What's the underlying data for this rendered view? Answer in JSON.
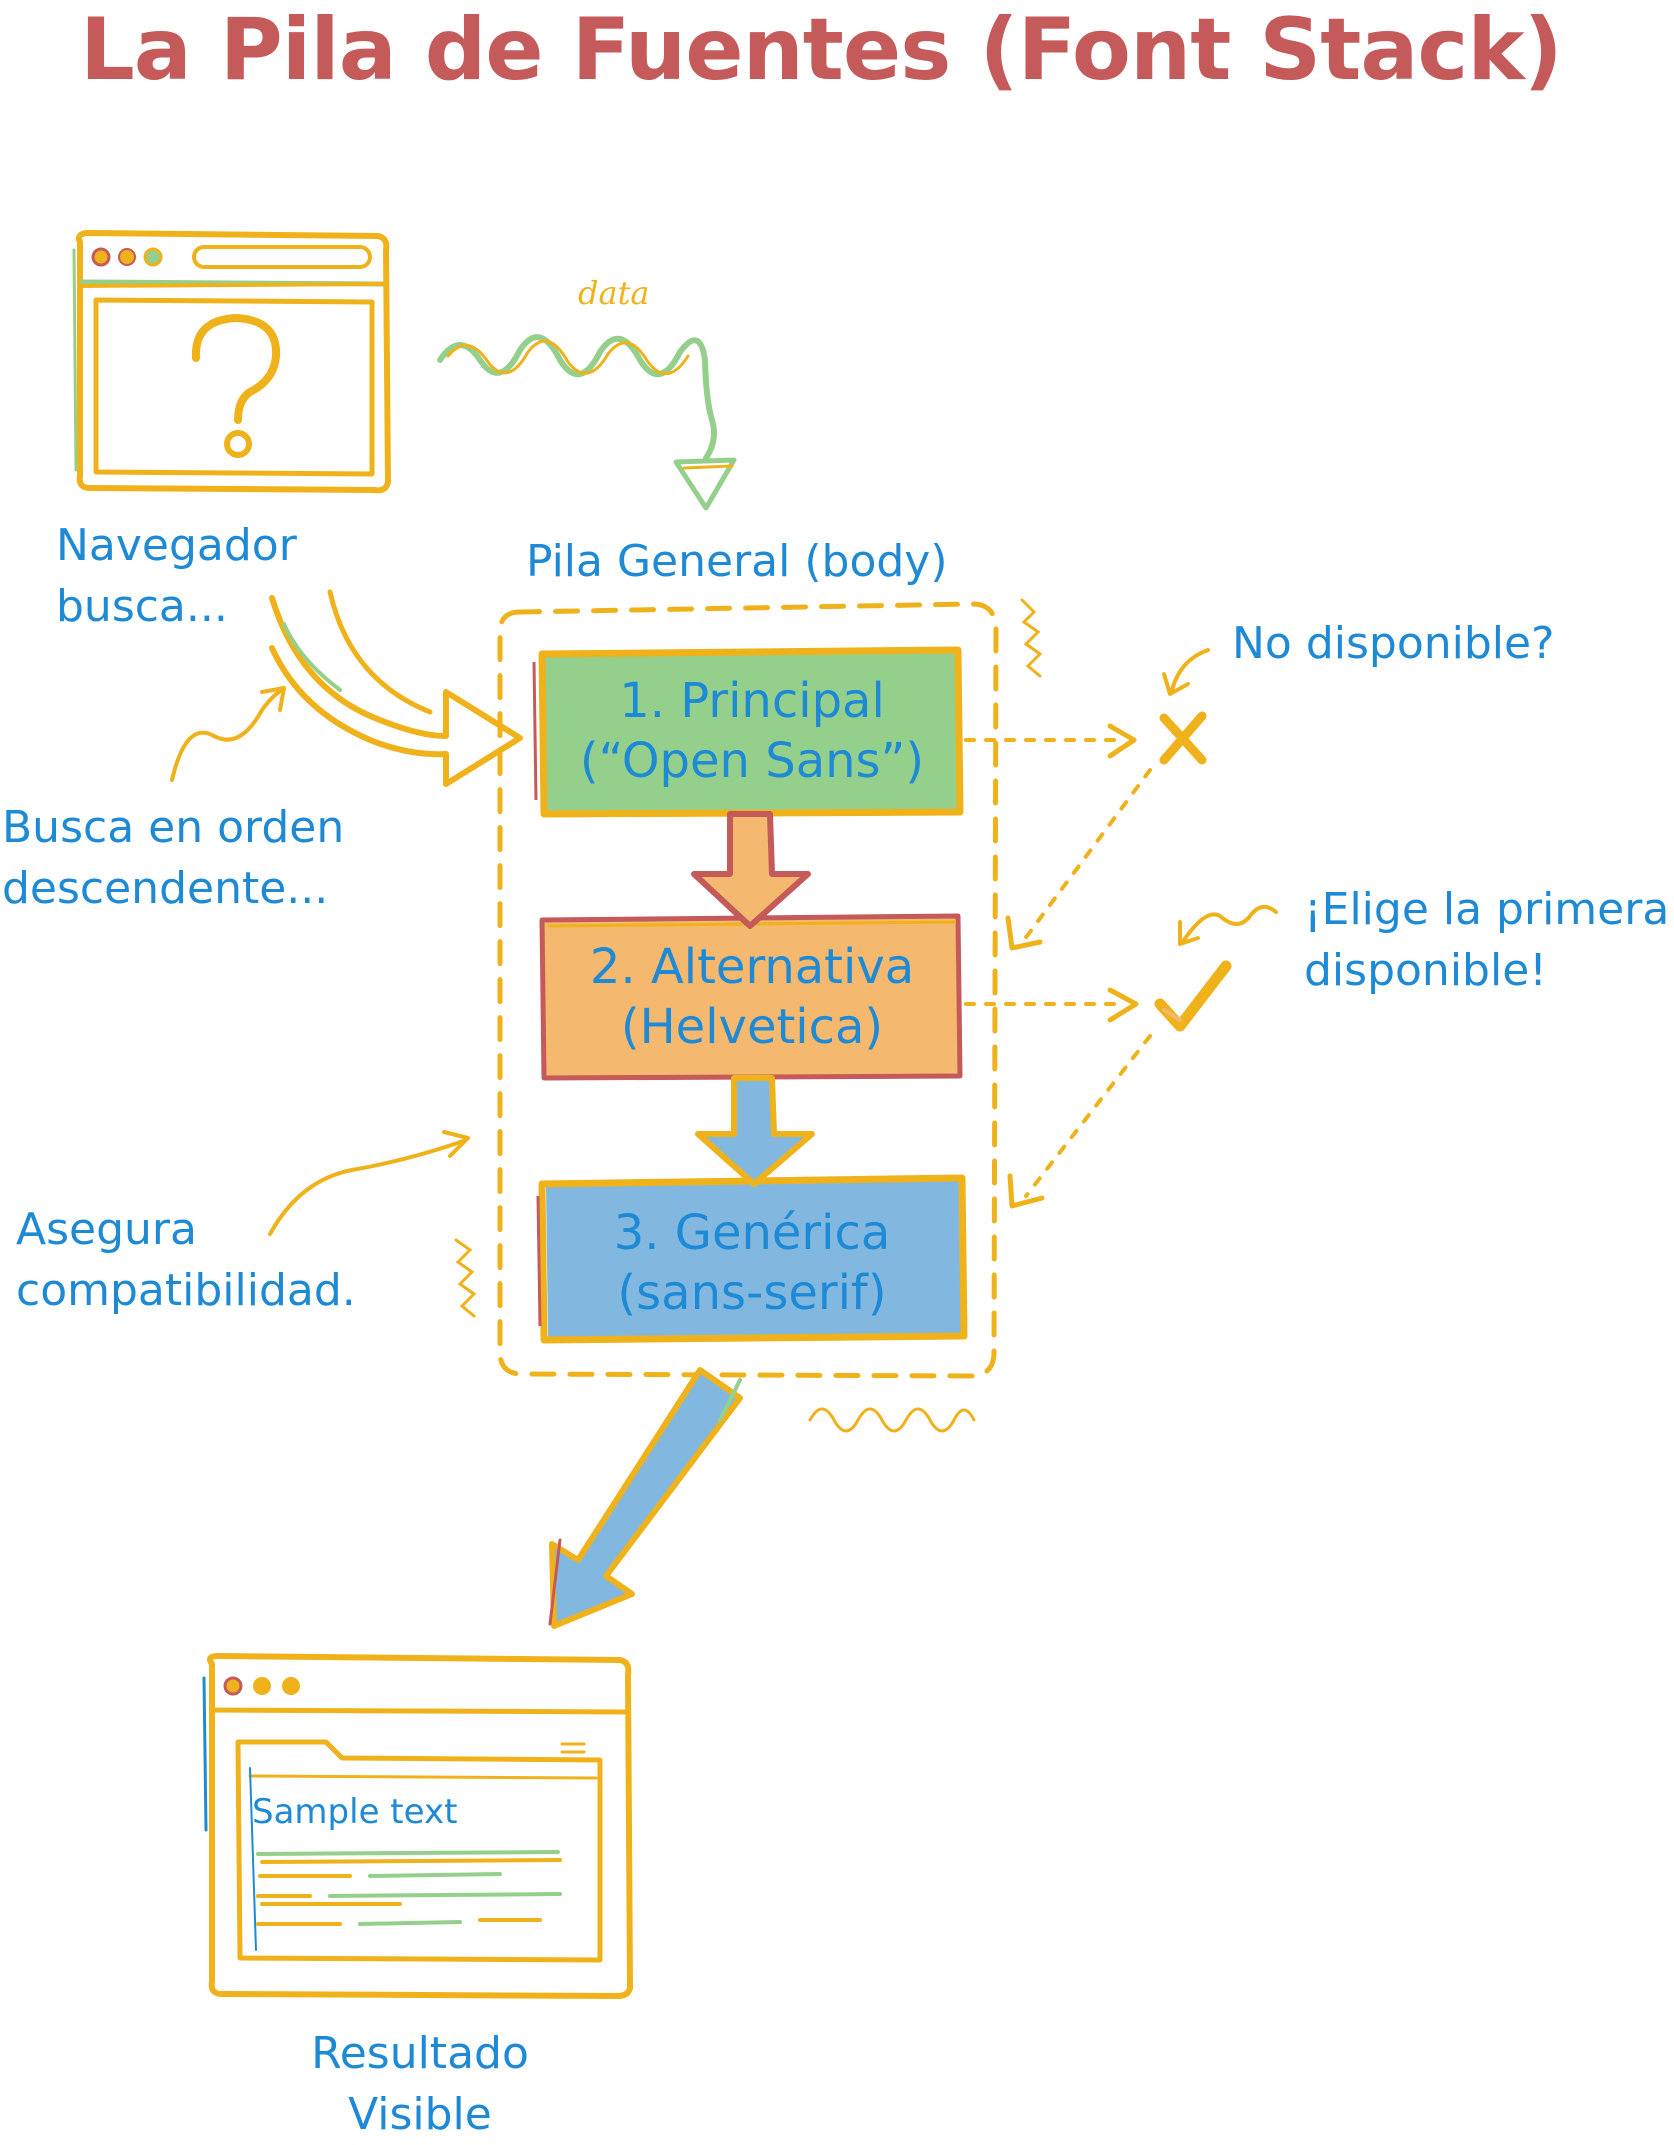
{
  "title": "La Pila de Fuentes (Font Stack)",
  "browser": {
    "label_line1": "Navegador",
    "label_line2": "busca..."
  },
  "data_label": "data",
  "stack": {
    "label": "Pila General (body)",
    "items": [
      {
        "line1": "1. Principal",
        "line2": "(“Open Sans”)",
        "color": "#95cf8c"
      },
      {
        "line1": "2. Alternativa",
        "line2": "(Helvetica)",
        "color": "#f4b86e"
      },
      {
        "line1": "3. Genérica",
        "line2": "(sans-serif)",
        "color": "#82b8df"
      }
    ]
  },
  "annotations": {
    "order_line1": "Busca en orden",
    "order_line2": "descendente...",
    "compat_line1": "Asegura",
    "compat_line2": "compatibilidad.",
    "unavailable": "No disponible?",
    "choose_line1": "¡Elige la primera",
    "choose_line2": "disponible!"
  },
  "result": {
    "sample_text": "Sample text",
    "label_line1": "Resultado",
    "label_line2": "Visible"
  },
  "colors": {
    "title": "#c55a5a",
    "text": "#1e8ad6",
    "stroke": "#f0b21b",
    "green": "#95cf8c",
    "orange": "#f4b86e",
    "blue": "#82b8df",
    "red": "#c55a5a"
  },
  "icons": [
    "question-icon",
    "cross-icon",
    "check-icon",
    "menu-icon"
  ]
}
